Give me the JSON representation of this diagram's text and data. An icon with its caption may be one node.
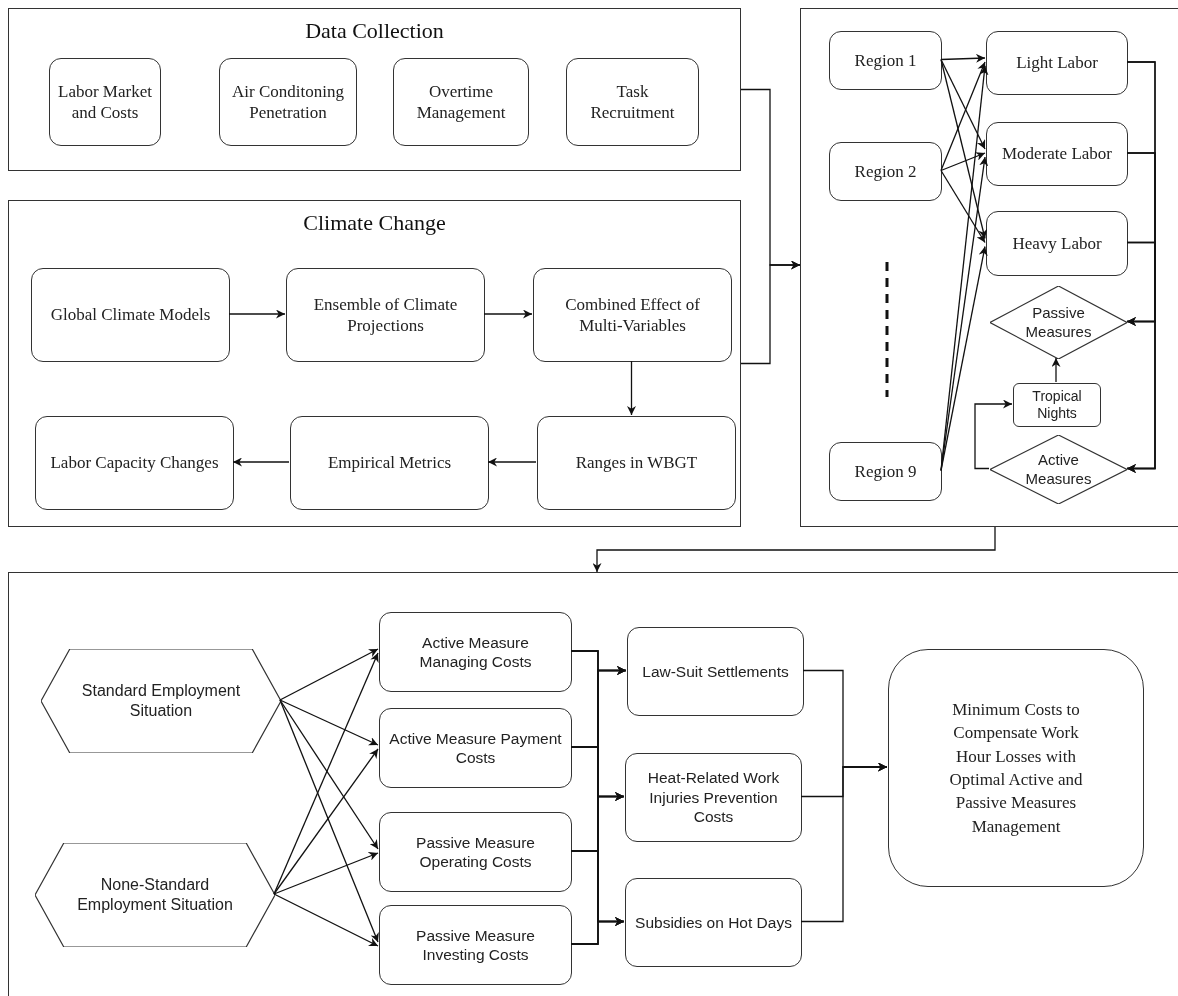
{
  "diagram": {
    "nodes": [
      {
        "text": [
          "Data Collection"
        ]
      },
      {
        "text": [
          "Labor Market and Costs"
        ],
        "in": 0
      },
      {
        "text": [
          "Air Conditoning Penetration"
        ],
        "in": 0
      },
      {
        "text": [
          "Overtime Management"
        ],
        "in": 0
      },
      {
        "text": [
          "Task Recruitment"
        ],
        "in": 0
      },
      {
        "text": [
          "Climate Change"
        ]
      },
      {
        "text": [
          "Global Climate Models"
        ],
        "in": 5
      },
      {
        "text": [
          "Ensemble of Climate Projections"
        ],
        "in": 5
      },
      {
        "text": [
          "Combined Effect of Multi-Variables"
        ],
        "in": 5
      },
      {
        "text": [
          "Labor Capacity Changes"
        ],
        "in": 5
      },
      {
        "text": [
          "Empirical Metrics"
        ],
        "in": 5
      },
      {
        "text": [
          "Ranges in WBGT"
        ],
        "in": 5
      },
      {
        "text": [],
        "shape": "box"
      },
      {
        "text": [
          "Region 1"
        ],
        "in": 12
      },
      {
        "text": [
          "Region 2"
        ],
        "in": 12
      },
      {
        "text": [
          "Region 9"
        ],
        "in": 12
      },
      {
        "text": [
          "Light Labor"
        ],
        "in": 12
      },
      {
        "text": [
          "Moderate Labor"
        ],
        "in": 12
      },
      {
        "text": [
          "Heavy Labor"
        ],
        "in": 12
      },
      {
        "text": [
          "Passive Measures"
        ],
        "in": 12
      },
      {
        "text": [
          "Tropical Nights"
        ],
        "in": 12
      },
      {
        "text": [
          "Active Measures"
        ],
        "in": 12
      },
      {
        "text": [],
        "shape": "box"
      },
      {
        "text": [
          "Standard Employment Situation"
        ],
        "in": 22
      },
      {
        "text": [
          "None-Standard Employment Situation"
        ],
        "in": 22
      },
      {
        "text": [
          "Active Measure Managing Costs"
        ],
        "in": 22
      },
      {
        "text": [
          "Active Measure Payment Costs"
        ],
        "in": 22
      },
      {
        "text": [
          "Passive Measure Operating Costs"
        ],
        "in": 22
      },
      {
        "text": [
          "Passive Measure Investing Costs"
        ],
        "in": 22
      },
      {
        "text": [
          "Law-Suit Settlements"
        ],
        "in": 22
      },
      {
        "text": [
          "Heat-Related Work Injuries Prevention Costs"
        ],
        "in": 22
      },
      {
        "text": [
          "Subsidies on Hot Days"
        ],
        "in": 22
      },
      {
        "text": [
          "Minimum Costs to Compensate Work Hour Losses with Optimal Active and Passive Measures Management"
        ],
        "in": 22
      }
    ],
    "edges": [
      {
        "from": 0,
        "to": 12,
        "arrow": "to"
      },
      {
        "from": 5,
        "to": 12,
        "arrow": "to"
      },
      {
        "from": 6,
        "to": 7,
        "arrow": "to"
      },
      {
        "from": 7,
        "to": 8,
        "arrow": "to"
      },
      {
        "from": 8,
        "to": 11,
        "arrow": "to"
      },
      {
        "from": 11,
        "to": 10,
        "arrow": "to"
      },
      {
        "from": 10,
        "to": 9,
        "arrow": "to"
      },
      {
        "from": 13,
        "to": 16,
        "arrow": "to"
      },
      {
        "from": 13,
        "to": 17,
        "arrow": "to"
      },
      {
        "from": 13,
        "to": 18,
        "arrow": "to"
      },
      {
        "from": 14,
        "to": 16,
        "arrow": "to"
      },
      {
        "from": 14,
        "to": 17,
        "arrow": "to"
      },
      {
        "from": 14,
        "to": 18,
        "arrow": "to"
      },
      {
        "from": 15,
        "to": 16,
        "arrow": "to"
      },
      {
        "from": 15,
        "to": 17,
        "arrow": "to"
      },
      {
        "from": 15,
        "to": 18,
        "arrow": "to"
      },
      {
        "from": 16,
        "to": 19,
        "arrow": "to"
      },
      {
        "from": 16,
        "to": 21,
        "arrow": "to"
      },
      {
        "from": 17,
        "to": 19,
        "arrow": "to"
      },
      {
        "from": 17,
        "to": 21,
        "arrow": "to"
      },
      {
        "from": 18,
        "to": 19,
        "arrow": "to"
      },
      {
        "from": 18,
        "to": 21,
        "arrow": "to"
      },
      {
        "from": 21,
        "to": 20,
        "arrow": "to"
      },
      {
        "from": 20,
        "to": 19,
        "arrow": "to"
      },
      {
        "from": 12,
        "to": 22,
        "arrow": "to"
      },
      {
        "from": 23,
        "to": 25,
        "arrow": "to"
      },
      {
        "from": 23,
        "to": 26,
        "arrow": "to"
      },
      {
        "from": 23,
        "to": 27,
        "arrow": "to"
      },
      {
        "from": 23,
        "to": 28,
        "arrow": "to"
      },
      {
        "from": 24,
        "to": 25,
        "arrow": "to"
      },
      {
        "from": 24,
        "to": 26,
        "arrow": "to"
      },
      {
        "from": 24,
        "to": 27,
        "arrow": "to"
      },
      {
        "from": 24,
        "to": 28,
        "arrow": "to"
      },
      {
        "from": 25,
        "to": 29,
        "arrow": "to"
      },
      {
        "from": 25,
        "to": 30,
        "arrow": "to"
      },
      {
        "from": 25,
        "to": 31,
        "arrow": "to"
      },
      {
        "from": 26,
        "to": 29,
        "arrow": "to"
      },
      {
        "from": 26,
        "to": 30,
        "arrow": "to"
      },
      {
        "from": 26,
        "to": 31,
        "arrow": "to"
      },
      {
        "from": 27,
        "to": 29,
        "arrow": "to"
      },
      {
        "from": 27,
        "to": 30,
        "arrow": "to"
      },
      {
        "from": 27,
        "to": 31,
        "arrow": "to"
      },
      {
        "from": 28,
        "to": 29,
        "arrow": "to"
      },
      {
        "from": 28,
        "to": 30,
        "arrow": "to"
      },
      {
        "from": 28,
        "to": 31,
        "arrow": "to"
      },
      {
        "from": 29,
        "to": 32,
        "arrow": "to"
      },
      {
        "from": 30,
        "to": 32,
        "arrow": "to"
      },
      {
        "from": 31,
        "to": 32,
        "arrow": "to"
      }
    ]
  }
}
